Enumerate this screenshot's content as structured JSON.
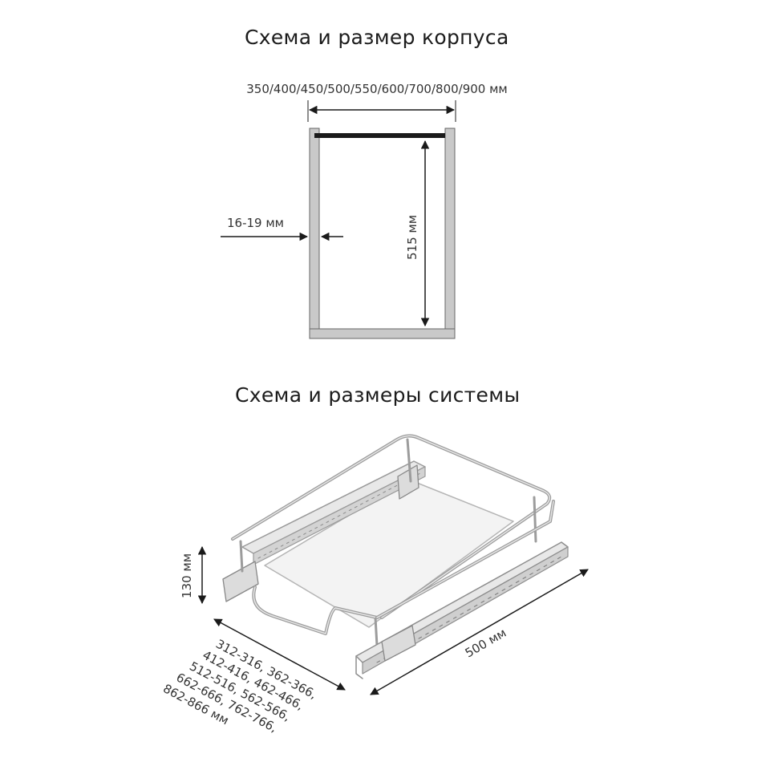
{
  "titles": {
    "cabinet": "Схема и размер корпуса",
    "system": "Схема и размеры системы"
  },
  "cabinet": {
    "widths_label": "350/400/450/500/550/600/700/800/900 мм",
    "wall_thickness_label": "16-19 мм",
    "inner_height_label": "515 мм"
  },
  "system": {
    "height_label": "130 мм",
    "depth_label": "500 мм",
    "width_lines": [
      "312-316, 362-366,",
      "412-416, 462-466,",
      "512-516, 562-566,",
      "662-666, 762-766,",
      "862-866 мм"
    ]
  }
}
